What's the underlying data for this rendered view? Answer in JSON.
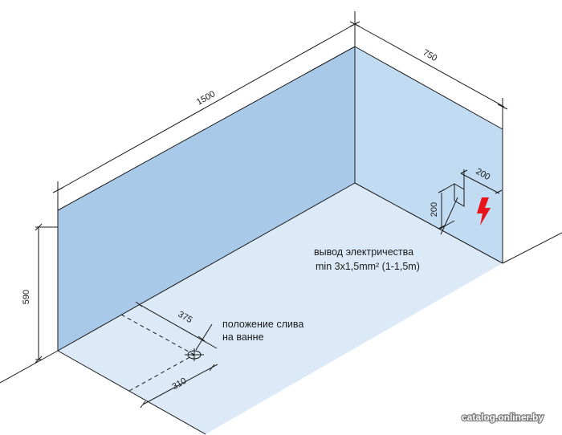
{
  "dimensions": {
    "length": "1500",
    "width": "750",
    "height": "590",
    "drain_from_side": "375",
    "drain_from_front": "310",
    "socket_width": "200",
    "socket_height": "200"
  },
  "labels": {
    "drain_line1": "положение слива",
    "drain_line2": "на ванне",
    "electric_line1": "вывод электричества",
    "electric_line2": "min 3x1,5mm² (1-1,5m)"
  },
  "icons": {
    "electric": "lightning-bolt-icon"
  },
  "watermark": "catalog.onliner.by",
  "colors": {
    "back_wall": "#a9c9e8",
    "side_wall": "#c1dbf2",
    "floor": "#dceaf7",
    "line": "#1a1a1a",
    "bolt": "#e8141c"
  }
}
